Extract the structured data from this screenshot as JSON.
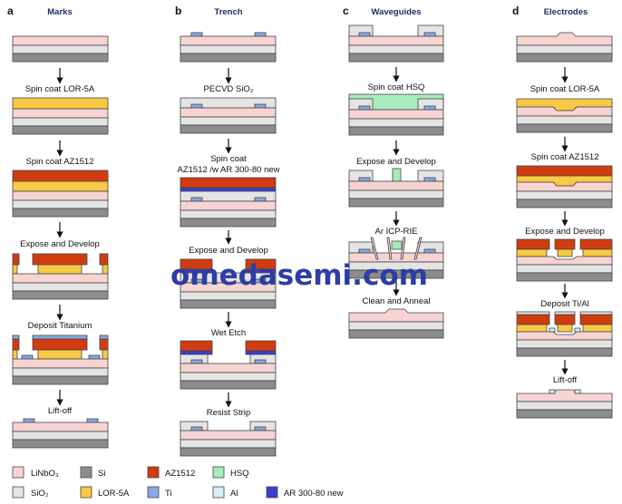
{
  "panels": [
    {
      "letter": "a",
      "title": "Marks",
      "steps": [
        "Spin coat LOR-5A",
        "Spin coat AZ1512",
        "Expose and Develop",
        "Deposit Titanium",
        "Lift-off"
      ]
    },
    {
      "letter": "b",
      "title": "Trench",
      "steps": [
        "PECVD SiO₂",
        "Spin coat",
        "AZ1512 /w AR 300-80 new",
        "Expose and Develop",
        "Wet Etch",
        "Resist Strip"
      ]
    },
    {
      "letter": "c",
      "title": "Waveguides",
      "steps": [
        "Spin coat HSQ",
        "Expose and Develop",
        "Ar ICP-RIE",
        "Clean and Anneal"
      ]
    },
    {
      "letter": "d",
      "title": "Electrodes",
      "steps": [
        "Spin coat LOR-5A",
        "Spin coat AZ1512",
        "Expose and Develop",
        "Deposit Ti/Al",
        "Lift-off"
      ]
    }
  ],
  "legend": [
    {
      "label": "LiNbO₃",
      "color": "#f6d4d2"
    },
    {
      "label": "Si",
      "color": "#8c8c8c"
    },
    {
      "label": "AZ1512",
      "color": "#d03c10"
    },
    {
      "label": "HSQ",
      "color": "#a6ecbd"
    },
    {
      "label": "SiO₂",
      "color": "#e4e4e4"
    },
    {
      "label": "LOR-5A",
      "color": "#f7c945"
    },
    {
      "label": "Ti",
      "color": "#88a8e6"
    },
    {
      "label": "Al",
      "color": "#d6eef6"
    },
    {
      "label": "AR 300-80 new",
      "color": "#3c3cd4"
    }
  ],
  "watermark": "omedasemi.com"
}
